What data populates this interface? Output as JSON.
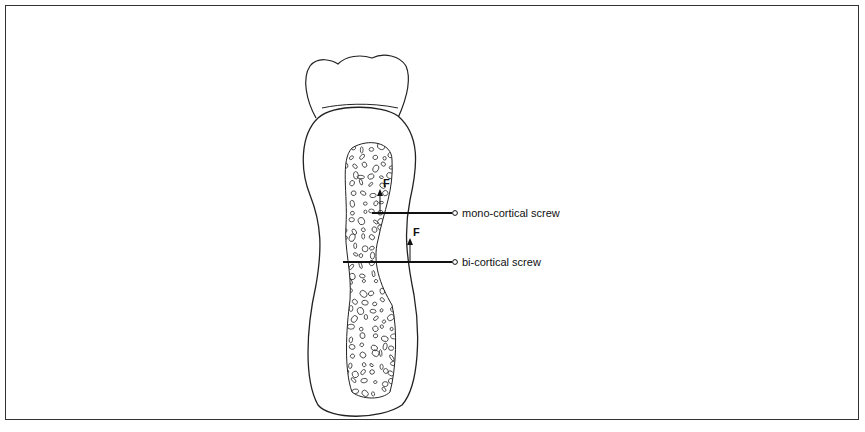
{
  "diagram": {
    "labels": [
      "F",
      "mono-cortical screw",
      "F",
      "bi-cortical screw"
    ]
  }
}
